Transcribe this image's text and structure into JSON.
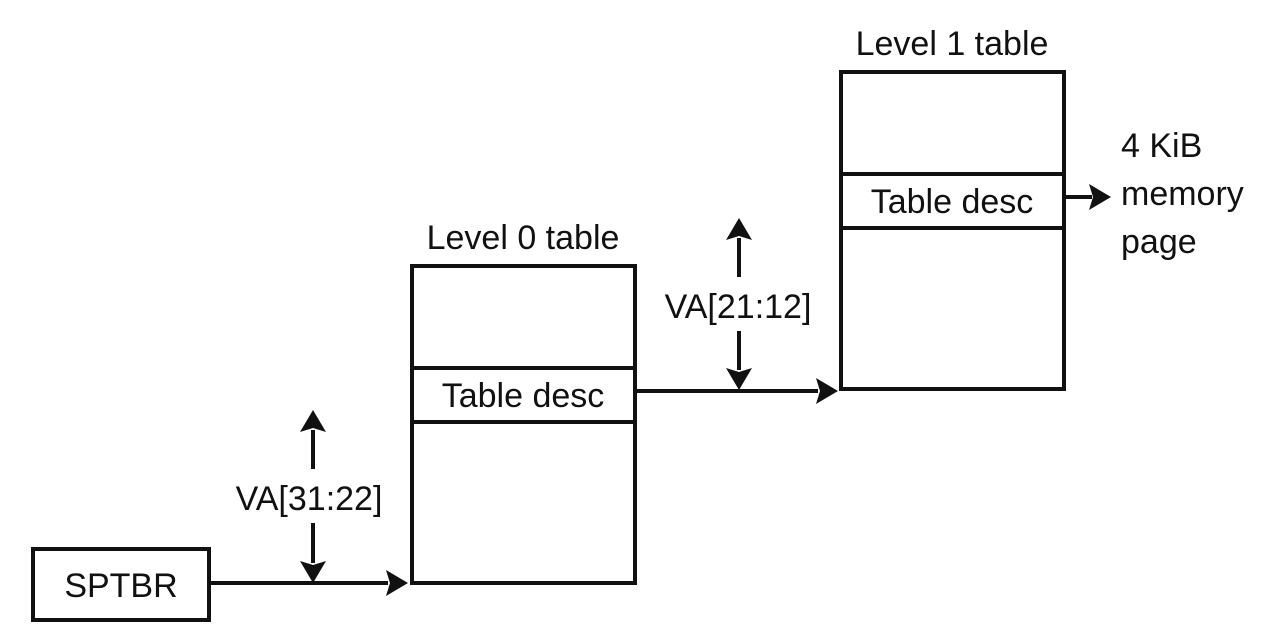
{
  "register": {
    "label": "SPTBR"
  },
  "level0": {
    "title": "Level 0 table",
    "entry": "Table desc"
  },
  "level1": {
    "title": "Level 1 table",
    "entry": "Table desc"
  },
  "index0": {
    "label": "VA[31:22]"
  },
  "index1": {
    "label": "VA[21:12]"
  },
  "output": {
    "line1": "4 KiB",
    "line2": "memory",
    "line3": "page"
  },
  "colors": {
    "ink": "#111111",
    "background": "#ffffff"
  }
}
